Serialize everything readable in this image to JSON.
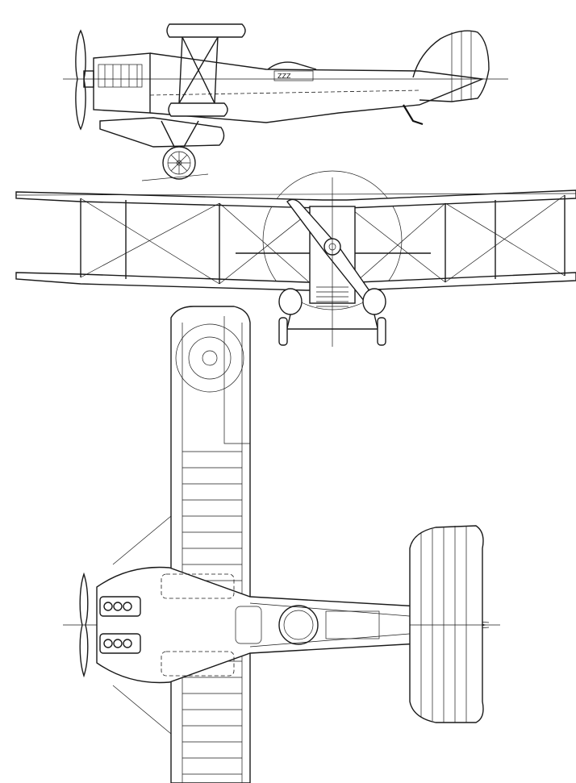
{
  "drawing": {
    "views": [
      "side",
      "front",
      "top"
    ],
    "serial_marking": "ZZZ",
    "ink_color": "#1a1a1a",
    "paper_color": "#ffffff"
  }
}
